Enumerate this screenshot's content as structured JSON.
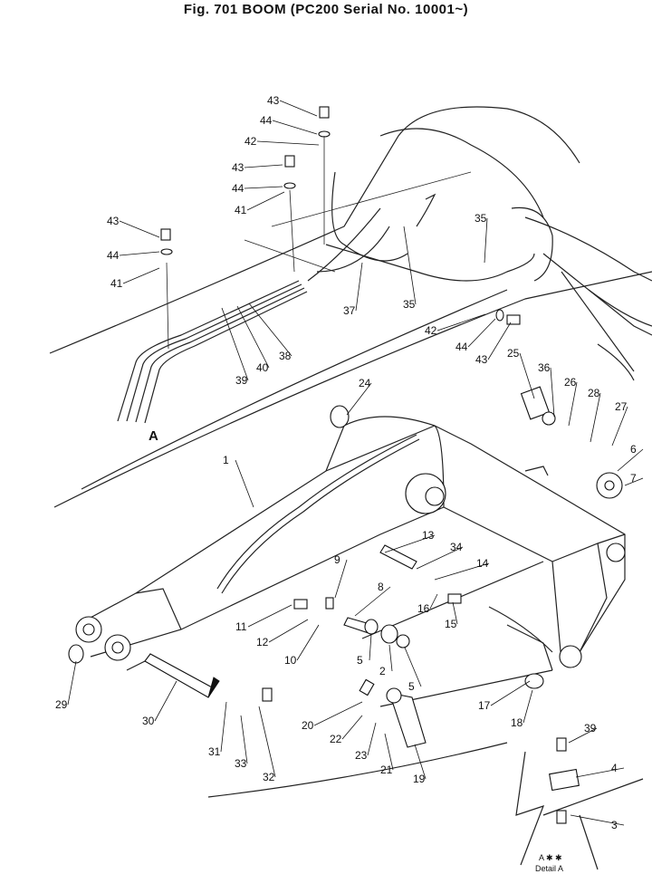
{
  "figure": {
    "title": "Fig. 701   BOOM   (PC200 Serial No. 10001~)"
  },
  "detail": {
    "letter": "A",
    "caption_line1": "A    ✱   ✱",
    "caption_line2": "Detail   A"
  },
  "callouts": [
    {
      "num": "43"
    },
    {
      "num": "44"
    },
    {
      "num": "42"
    },
    {
      "num": "43"
    },
    {
      "num": "44"
    },
    {
      "num": "41"
    },
    {
      "num": "43"
    },
    {
      "num": "44"
    },
    {
      "num": "41"
    },
    {
      "num": "35"
    },
    {
      "num": "37"
    },
    {
      "num": "35"
    },
    {
      "num": "42"
    },
    {
      "num": "44"
    },
    {
      "num": "43"
    },
    {
      "num": "25"
    },
    {
      "num": "36"
    },
    {
      "num": "26"
    },
    {
      "num": "28"
    },
    {
      "num": "27"
    },
    {
      "num": "6"
    },
    {
      "num": "7"
    },
    {
      "num": "24"
    },
    {
      "num": "1"
    },
    {
      "num": "39"
    },
    {
      "num": "40"
    },
    {
      "num": "38"
    },
    {
      "num": "13"
    },
    {
      "num": "34"
    },
    {
      "num": "14"
    },
    {
      "num": "9"
    },
    {
      "num": "8"
    },
    {
      "num": "16"
    },
    {
      "num": "15"
    },
    {
      "num": "11"
    },
    {
      "num": "12"
    },
    {
      "num": "10"
    },
    {
      "num": "5"
    },
    {
      "num": "2"
    },
    {
      "num": "5"
    },
    {
      "num": "29"
    },
    {
      "num": "30"
    },
    {
      "num": "20"
    },
    {
      "num": "22"
    },
    {
      "num": "23"
    },
    {
      "num": "21"
    },
    {
      "num": "19"
    },
    {
      "num": "31"
    },
    {
      "num": "33"
    },
    {
      "num": "32"
    },
    {
      "num": "17"
    },
    {
      "num": "18"
    },
    {
      "num": "39"
    },
    {
      "num": "4"
    },
    {
      "num": "3"
    }
  ]
}
